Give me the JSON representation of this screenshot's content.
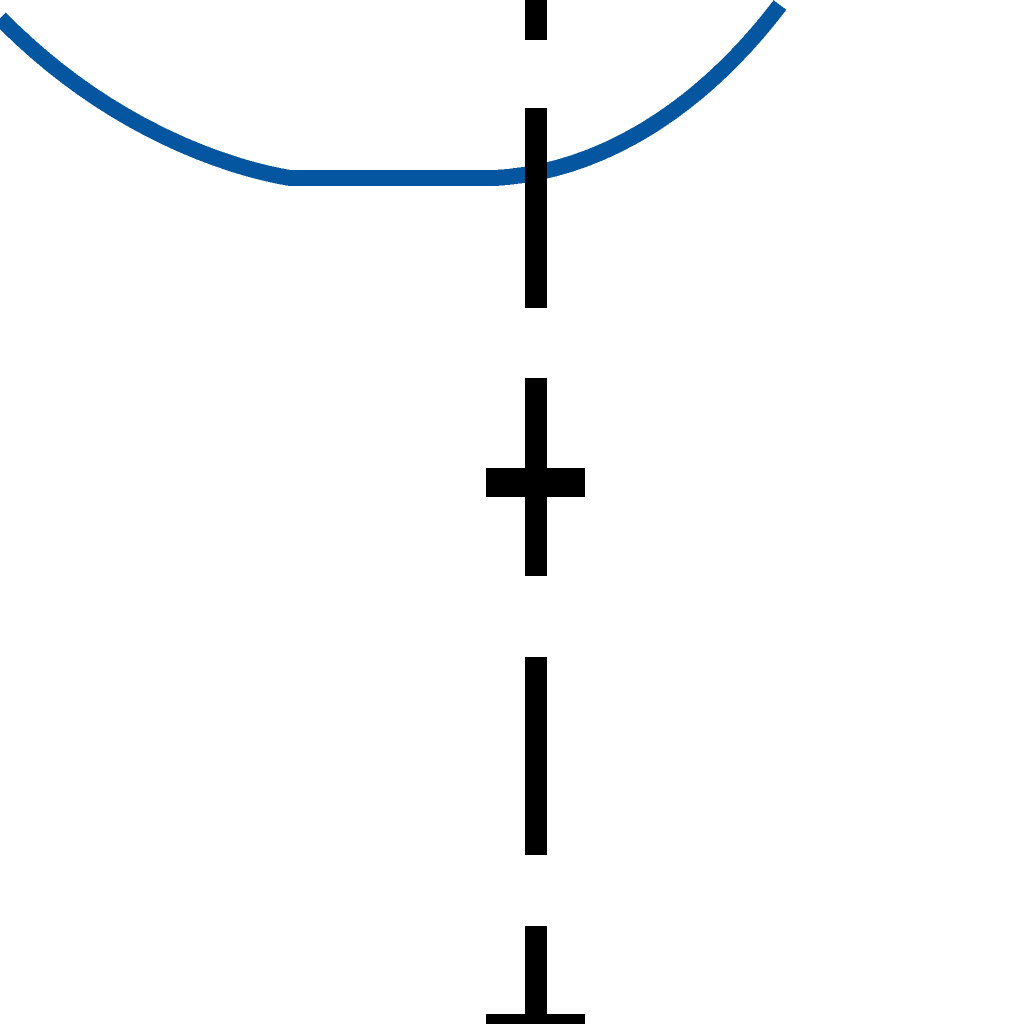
{
  "diagram": {
    "background_color": "#ffffff",
    "curve_color": "#0556a0",
    "line_color": "#000000",
    "elements": [
      "blue-circle-arc",
      "dashed-vertical-axis",
      "center-cross-marker",
      "bottom-t-marker"
    ]
  }
}
